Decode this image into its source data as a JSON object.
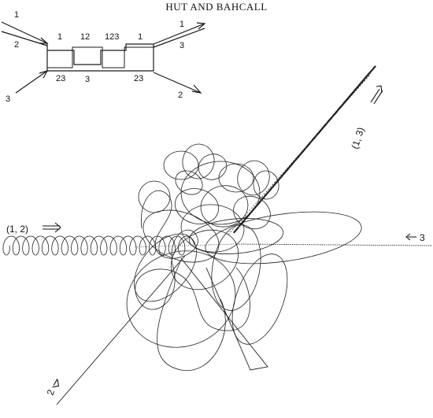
{
  "header": {
    "title": "HUT AND BAHCALL"
  },
  "schematic": {
    "left_labels": [
      "1",
      "2",
      "3"
    ],
    "right_labels": [
      "1",
      "3",
      "2"
    ],
    "top_labels": [
      "1",
      "12",
      "123",
      "1"
    ],
    "bottom_labels": [
      "23",
      "3",
      "23"
    ]
  },
  "orbit": {
    "label_binary_12": "(1, 2)",
    "label_binary_13": "(1, 3)",
    "label_body_3": "3",
    "label_body_2": "2"
  },
  "colors": {
    "ink": "#1a1a1a",
    "background": "#ffffff"
  }
}
